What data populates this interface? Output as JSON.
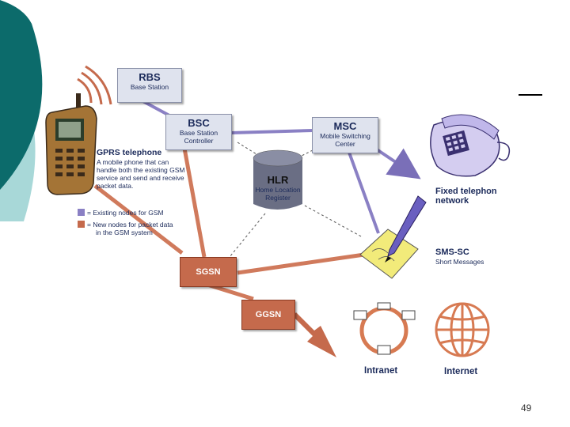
{
  "nodes": {
    "rbs": {
      "title": "RBS",
      "sub": "Base Station"
    },
    "bsc": {
      "title": "BSC",
      "sub1": "Base Station",
      "sub2": "Controller"
    },
    "msc": {
      "title": "MSC",
      "sub1": "Mobile Switching",
      "sub2": "Center"
    },
    "hlr": {
      "title": "HLR",
      "sub1": "Home Location",
      "sub2": "Register"
    },
    "sgsn": {
      "title": "SGSN"
    },
    "ggsn": {
      "title": "GGSN"
    }
  },
  "gprs": {
    "title": "GPRS telephone",
    "line1": "A mobile phone that can",
    "line2": "handle both the existing GSM",
    "line3": "service and send and receive",
    "line4": "packet data."
  },
  "legend": {
    "item1": "= Existing nodes for GSM",
    "item2": "= New nodes for packet data",
    "item2b": "in the GSM system"
  },
  "fixed": {
    "line1": "Fixed telephon",
    "line2": "network"
  },
  "smssc": {
    "title": "SMS-SC",
    "sub": "Short Messages"
  },
  "intranet": "Intranet",
  "internet": "Internet",
  "page_number": "49",
  "colors": {
    "existing": "#8a80c4",
    "new": "#c56a4c",
    "teal": "#0c6b6b"
  }
}
